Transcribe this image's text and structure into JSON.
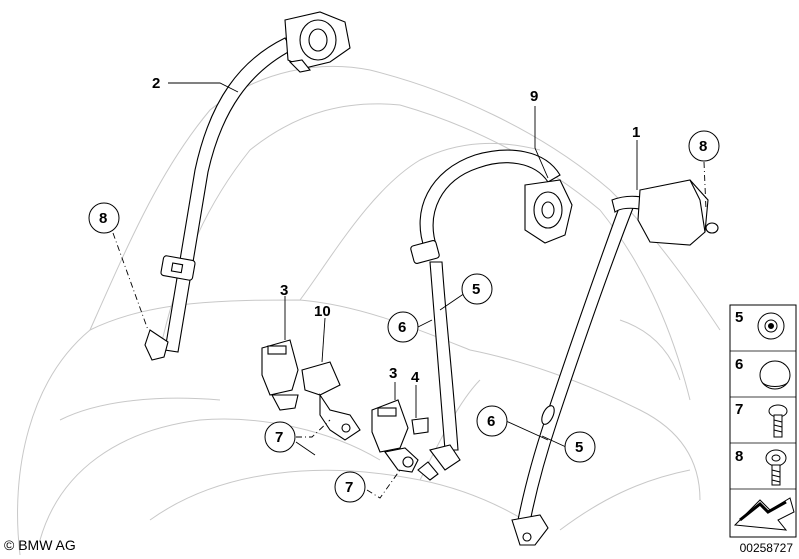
{
  "diagram": {
    "callouts": {
      "n1": "1",
      "n2": "2",
      "n3a": "3",
      "n3b": "3",
      "n4": "4",
      "n5a": "5",
      "n5b": "5",
      "n6a": "6",
      "n6b": "6",
      "n7a": "7",
      "n7b": "7",
      "n8a": "8",
      "n8b": "8",
      "n9": "9",
      "n10": "10"
    },
    "legend": {
      "items": [
        {
          "number": "5",
          "icon": "rivet-icon"
        },
        {
          "number": "6",
          "icon": "cap-icon"
        },
        {
          "number": "7",
          "icon": "screw-icon"
        },
        {
          "number": "8",
          "icon": "bolt-icon"
        }
      ]
    },
    "copyright": "© BMW AG",
    "part_number": "00258727"
  }
}
